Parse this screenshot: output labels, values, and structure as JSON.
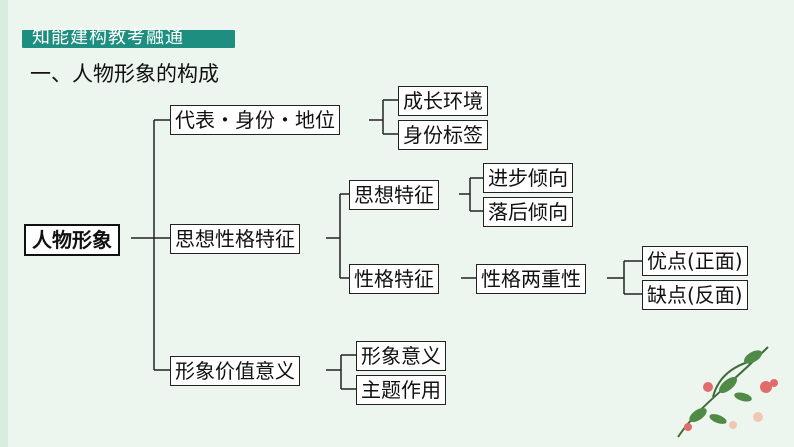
{
  "header": {
    "title": "知能建构教考融通"
  },
  "section": {
    "title": "一、人物形象的构成"
  },
  "diagram": {
    "root": "人物形象",
    "branch1": {
      "label": "代表・身份・地位",
      "children": [
        "成长环境",
        "身份标签"
      ]
    },
    "branch2": {
      "label": "思想性格特征",
      "sub1": {
        "label": "思想特征",
        "children": [
          "进步倾向",
          "落后倾向"
        ]
      },
      "sub2": {
        "label": "性格特征",
        "mid": "性格两重性",
        "children": [
          "优点(正面)",
          "缺点(反面)"
        ]
      }
    },
    "branch3": {
      "label": "形象价值意义",
      "children": [
        "形象意义",
        "主题作用"
      ]
    }
  },
  "colors": {
    "header_bg": "#1e8e80",
    "background": "#edf6ee"
  }
}
